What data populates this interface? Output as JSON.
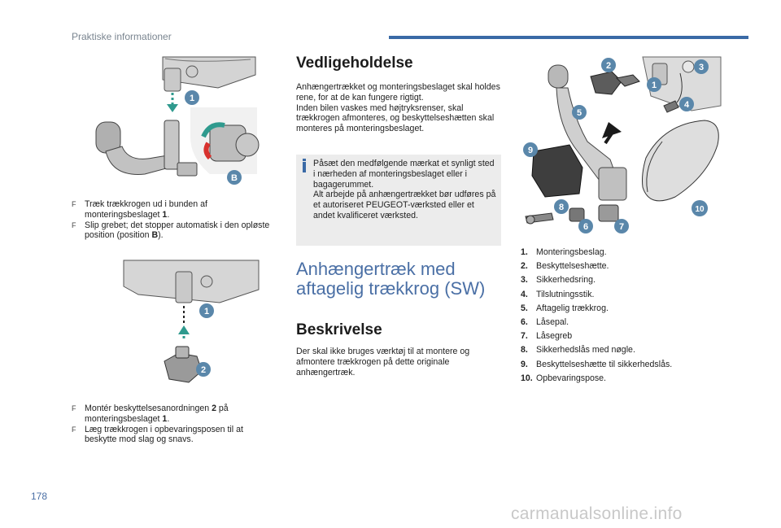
{
  "header": {
    "section": "Praktiske informationer"
  },
  "page_number": "178",
  "watermark": "carmanualsonline.info",
  "left": {
    "callouts_top": [
      "1",
      "B"
    ],
    "steps_a": [
      {
        "marker": "F",
        "parts": [
          {
            "t": "Træk trækkrogen ud i bunden af monteringsbeslaget ",
            "b": false
          },
          {
            "t": "1",
            "b": true
          },
          {
            "t": ".",
            "b": false
          }
        ]
      },
      {
        "marker": "F",
        "parts": [
          {
            "t": "Slip grebet; det stopper automatisk i den opløste position (position ",
            "b": false
          },
          {
            "t": "B",
            "b": true
          },
          {
            "t": ").",
            "b": false
          }
        ]
      }
    ],
    "callouts_bottom": [
      "1",
      "2"
    ],
    "steps_b": [
      {
        "marker": "F",
        "parts": [
          {
            "t": "Montér beskyttelsesanordningen ",
            "b": false
          },
          {
            "t": "2",
            "b": true
          },
          {
            "t": " på monteringsbeslaget ",
            "b": false
          },
          {
            "t": "1",
            "b": true
          },
          {
            "t": ".",
            "b": false
          }
        ]
      },
      {
        "marker": "F",
        "parts": [
          {
            "t": "Læg trækkrogen i opbevaringsposen til at beskytte mod slag og snavs.",
            "b": false
          }
        ]
      }
    ]
  },
  "middle": {
    "maint_title": "Vedligeholdelse",
    "maint_text_1": "Anhængertrækket og monteringsbeslaget skal holdes rene, for at de kan fungere rigtigt.",
    "maint_text_2": "Inden bilen vaskes med højtryksrenser, skal trækkrogen afmonteres, og beskyttelseshætten skal monteres på monteringsbeslaget.",
    "info_text_1": "Påsæt den medfølgende mærkat et synligt sted i nærheden af monteringsbeslaget eller i bagagerummet.",
    "info_text_2": "Alt arbejde på anhængertrækket bør udføres på et autoriseret PEUGEOT-værksted eller et andet kvalificeret værksted.",
    "big_title_1": "Anhængertræk med",
    "big_title_2": "aftagelig trækkrog (SW)",
    "desc_title": "Beskrivelse",
    "desc_text": "Der skal ikke bruges værktøj til at montere og afmontere trækkrogen på dette originale anhængertræk."
  },
  "right": {
    "callouts": [
      "1",
      "2",
      "3",
      "4",
      "5",
      "6",
      "7",
      "8",
      "9",
      "10"
    ],
    "parts": [
      {
        "num": "1.",
        "label": "Monteringsbeslag."
      },
      {
        "num": "2.",
        "label": "Beskyttelseshætte."
      },
      {
        "num": "3.",
        "label": "Sikkerhedsring."
      },
      {
        "num": "4.",
        "label": "Tilslutningsstik."
      },
      {
        "num": "5.",
        "label": "Aftagelig trækkrog."
      },
      {
        "num": "6.",
        "label": "Låsepal."
      },
      {
        "num": "7.",
        "label": "Låsegreb"
      },
      {
        "num": "8.",
        "label": "Sikkerhedslås med nøgle."
      },
      {
        "num": "9.",
        "label": "Beskyttelseshætte til sikkerhedslås."
      },
      {
        "num": "10.",
        "label": "Opbevaringspose."
      }
    ]
  },
  "colors": {
    "accent": "#3a6aa6",
    "callout": "#5a87aa",
    "arrow": "#2f9a8e",
    "part_grey": "#8c8c8c"
  }
}
